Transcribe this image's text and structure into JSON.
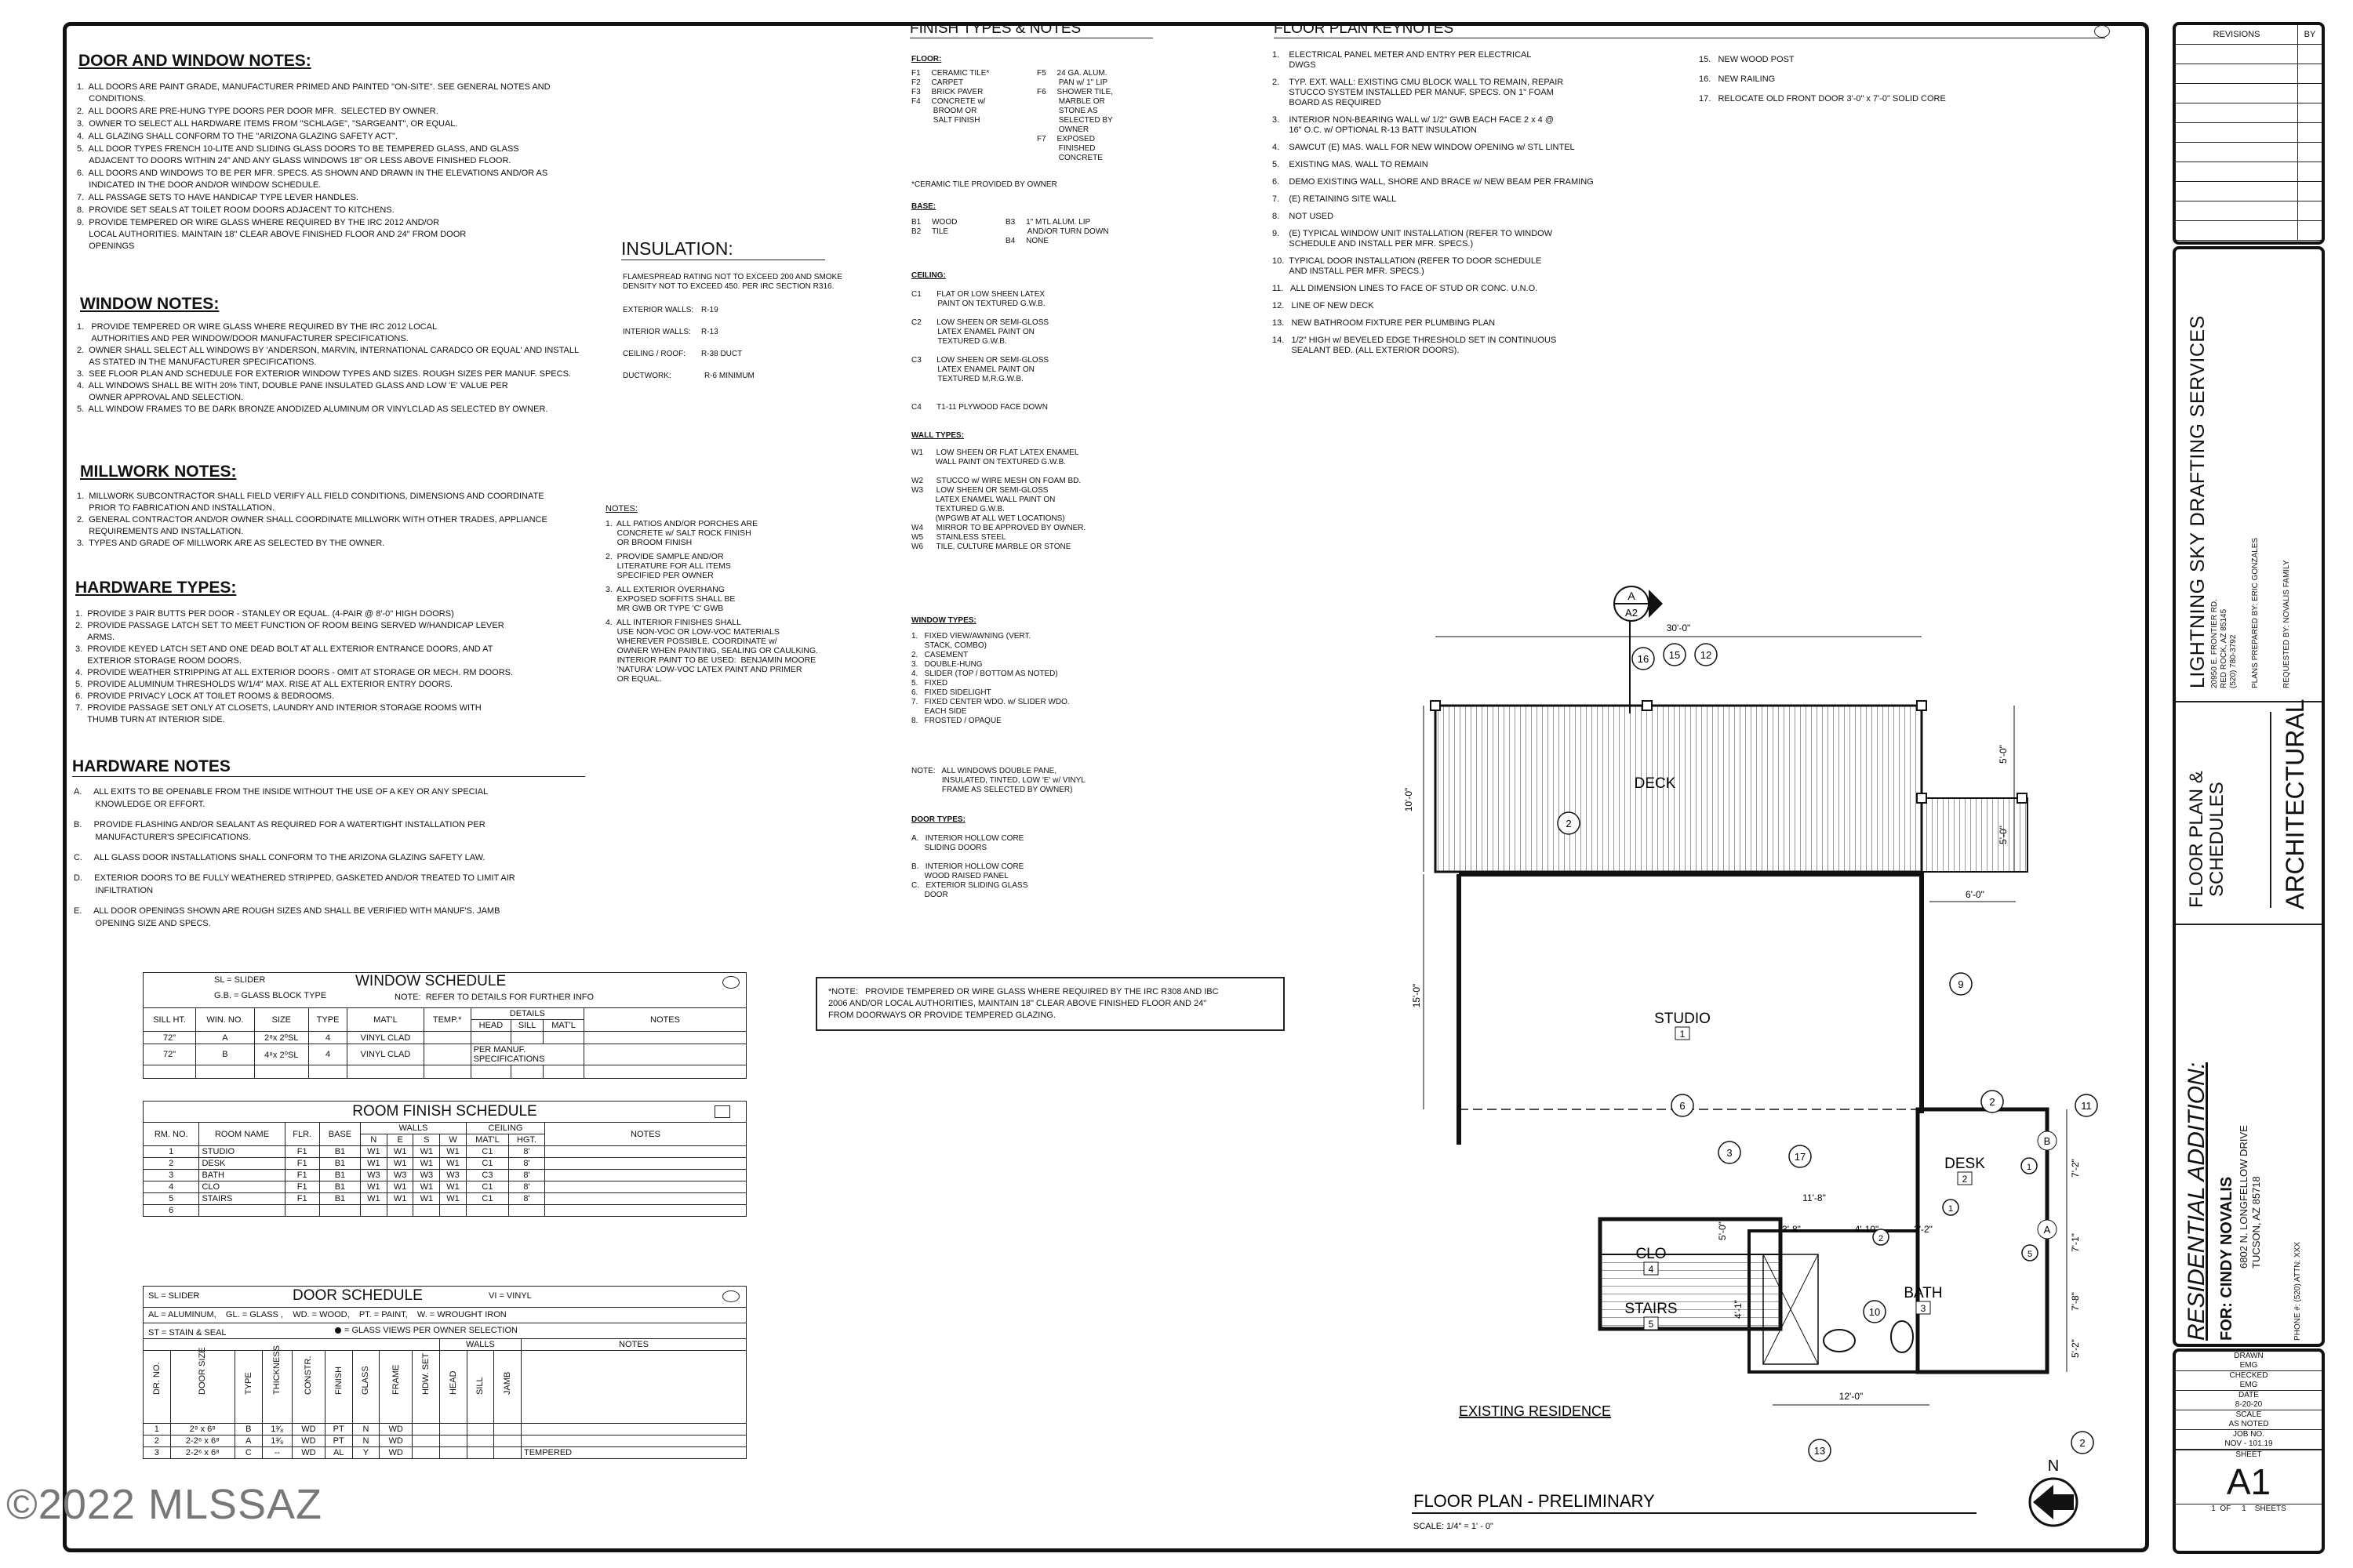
{
  "door_window_notes": {
    "title": "DOOR AND WINDOW NOTES:",
    "items": [
      "1.  ALL DOORS ARE PAINT GRADE, MANUFACTURER PRIMED AND PAINTED \"ON-SITE\". SEE GENERAL NOTES AND\n     CONDITIONS.",
      "2.  ALL DOORS ARE PRE-HUNG TYPE DOORS PER DOOR MFR.  SELECTED BY OWNER.",
      "3.  OWNER TO SELECT ALL HARDWARE ITEMS FROM \"SCHLAGE\", \"SARGEANT\", OR EQUAL.",
      "4.  ALL GLAZING SHALL CONFORM TO THE \"ARIZONA GLAZING SAFETY ACT\".",
      "5.  ALL DOOR TYPES FRENCH 10-LITE AND SLIDING GLASS DOORS TO BE TEMPERED GLASS, AND GLASS\n     ADJACENT TO DOORS WITHIN 24\" AND ANY GLASS WINDOWS 18\" OR LESS ABOVE FINISHED FLOOR.",
      "6.  ALL DOORS AND WINDOWS TO BE PER MFR. SPECS. AS SHOWN AND DRAWN IN THE ELEVATIONS AND/OR AS\n     INDICATED IN THE DOOR AND/OR WINDOW SCHEDULE.",
      "7.  ALL PASSAGE SETS TO HAVE HANDICAP TYPE LEVER HANDLES.",
      "8.  PROVIDE SET SEALS AT TOILET ROOM DOORS ADJACENT TO KITCHENS.",
      "9.  PROVIDE TEMPERED OR WIRE GLASS WHERE REQUIRED BY THE IRC 2012 AND/OR\n     LOCAL AUTHORITIES. MAINTAIN 18\" CLEAR ABOVE FINISHED FLOOR AND 24\" FROM DOOR\n     OPENINGS"
    ]
  },
  "window_notes": {
    "title": "WINDOW NOTES:",
    "items": [
      "1.   PROVIDE TEMPERED OR WIRE GLASS WHERE REQUIRED BY THE IRC 2012 LOCAL\n      AUTHORITIES AND PER WINDOW/DOOR MANUFACTURER SPECIFICATIONS.",
      "2.  OWNER SHALL SELECT ALL WINDOWS BY 'ANDERSON, MARVIN, INTERNATIONAL CARADCO OR EQUAL' AND INSTALL\n     AS STATED IN THE MANUFACTURER SPECIFICATIONS.",
      "3.  SEE FLOOR PLAN AND SCHEDULE FOR EXTERIOR WINDOW TYPES AND SIZES. ROUGH SIZES PER MANUF. SPECS.",
      "4.  ALL WINDOWS SHALL BE WITH 20% TINT, DOUBLE PANE INSULATED GLASS AND LOW 'E' VALUE PER\n     OWNER APPROVAL AND SELECTION.",
      "5.  ALL WINDOW FRAMES TO BE DARK BRONZE ANODIZED ALUMINUM OR VINYLCLAD AS SELECTED BY OWNER."
    ]
  },
  "millwork_notes": {
    "title": "MILLWORK NOTES:",
    "items": [
      "1.  MILLWORK SUBCONTRACTOR SHALL FIELD VERIFY ALL FIELD CONDITIONS, DIMENSIONS AND COORDINATE\n     PRIOR TO FABRICATION AND INSTALLATION.",
      "2.  GENERAL CONTRACTOR AND/OR OWNER SHALL COORDINATE MILLWORK WITH OTHER TRADES, APPLIANCE\n     REQUIREMENTS AND INSTALLATION.",
      "3.  TYPES AND GRADE OF MILLWORK ARE AS SELECTED BY THE OWNER."
    ]
  },
  "hardware_types": {
    "title": "HARDWARE TYPES:",
    "items": [
      "1.  PROVIDE 3 PAIR BUTTS PER DOOR - STANLEY OR EQUAL. (4-PAIR @ 8'-0\" HIGH DOORS)",
      "2.  PROVIDE PASSAGE LATCH SET TO MEET FUNCTION OF ROOM BEING SERVED W/HANDICAP LEVER\n     ARMS.",
      "3.  PROVIDE KEYED LATCH SET AND ONE DEAD BOLT AT ALL EXTERIOR ENTRANCE DOORS, AND AT\n     EXTERIOR STORAGE ROOM DOORS.",
      "4.  PROVIDE WEATHER STRIPPING AT ALL EXTERIOR DOORS - OMIT AT STORAGE OR MECH. RM DOORS.",
      "5.  PROVIDE ALUMINUM THRESHOLDS W/1/4\" MAX. RISE AT ALL EXTERIOR ENTRY DOORS.",
      "6.  PROVIDE PRIVACY LOCK AT TOILET ROOMS & BEDROOMS.",
      "7.  PROVIDE PASSAGE SET ONLY AT CLOSETS, LAUNDRY AND INTERIOR STORAGE ROOMS WITH\n     THUMB TURN AT INTERIOR SIDE."
    ]
  },
  "hardware_notes": {
    "title": "HARDWARE NOTES",
    "items": [
      "A.     ALL EXITS TO BE OPENABLE FROM THE INSIDE WITHOUT THE USE OF A KEY OR ANY SPECIAL\n         KNOWLEDGE OR EFFORT.",
      "B.     PROVIDE FLASHING AND/OR SEALANT AS REQUIRED FOR A WATERTIGHT INSTALLATION PER\n         MANUFACTURER'S SPECIFICATIONS.",
      "C.     ALL GLASS DOOR INSTALLATIONS SHALL CONFORM TO THE ARIZONA GLAZING SAFETY LAW.",
      "D.     EXTERIOR DOORS TO BE FULLY WEATHERED STRIPPED, GASKETED AND/OR TREATED TO LIMIT AIR\n         INFILTRATION",
      "E.     ALL DOOR OPENINGS SHOWN ARE ROUGH SIZES AND SHALL BE VERIFIED WITH MANUF'S. JAMB\n         OPENING SIZE AND SPECS."
    ]
  },
  "insulation": {
    "title": "INSULATION:",
    "flame": "FLAMESPREAD RATING NOT TO EXCEED 200 AND SMOKE\nDENSITY NOT TO EXCEED 450. PER IRC SECTION R316.",
    "rows": [
      {
        "label": "EXTERIOR WALLS:",
        "value": "R-19"
      },
      {
        "label": "INTERIOR WALLS:",
        "value": "R-13"
      },
      {
        "label": "CEILING / ROOF:",
        "value": "R-38 DUCT"
      },
      {
        "label": "DUCTWORK:",
        "value": "R-6 MINIMUM"
      }
    ]
  },
  "general_notes": {
    "title": "NOTES:",
    "items": [
      "1.  ALL PATIOS AND/OR PORCHES ARE\n     CONCRETE w/ SALT ROCK FINISH\n     OR BROOM FINISH",
      "2.  PROVIDE SAMPLE AND/OR\n     LITERATURE FOR ALL ITEMS\n     SPECIFIED PER OWNER",
      "3.  ALL EXTERIOR OVERHANG\n     EXPOSED SOFFITS SHALL BE\n     MR GWB OR TYPE 'C' GWB",
      "4.  ALL INTERIOR FINISHES SHALL\n     USE NON-VOC OR LOW-VOC MATERIALS\n     WHEREVER POSSIBLE. COORDINATE w/\n     OWNER WHEN PAINTING, SEALING OR CAULKING.\n     INTERIOR PAINT TO BE USED:  BENJAMIN MOORE\n     'NATURA' LOW-VOC LATEX PAINT AND PRIMER\n     OR EQUAL."
    ]
  },
  "finish_types": {
    "title": "FINISH TYPES & NOTES",
    "floor_title": "FLOOR:",
    "floor_left": "F1     CERAMIC TILE*\nF2     CARPET\nF3     BRICK PAVER\nF4     CONCRETE w/\n          BROOM OR\n          SALT FINISH",
    "floor_right": "F5     24 GA. ALUM.\n          PAN w/ 1\" LIP\nF6     SHOWER TILE,\n          MARBLE OR\n          STONE AS\n          SELECTED BY\n          OWNER\nF7     EXPOSED\n          FINISHED\n          CONCRETE",
    "floor_note": "*CERAMIC TILE PROVIDED BY OWNER",
    "base_title": "BASE:",
    "base_left": "B1     WOOD\nB2     TILE",
    "base_right": "B3     1\" MTL ALUM. LIP\n          AND/OR TURN DOWN\nB4     NONE",
    "ceiling_title": "CEILING:",
    "ceiling": "C1       FLAT OR LOW SHEEN LATEX\n            PAINT ON TEXTURED G.W.B.\n\nC2       LOW SHEEN OR SEMI-GLOSS\n            LATEX ENAMEL PAINT ON\n            TEXTURED G.W.B.\n\nC3       LOW SHEEN OR SEMI-GLOSS\n            LATEX ENAMEL PAINT ON\n            TEXTURED M.R.G.W.B.\n\n\nC4       T1-11 PLYWOOD FACE DOWN",
    "wall_title": "WALL TYPES:",
    "walls": "W1      LOW SHEEN OR FLAT LATEX ENAMEL\n           WALL PAINT ON TEXTURED G.W.B.\n\nW2      STUCCO w/ WIRE MESH ON FOAM BD.\nW3      LOW SHEEN OR SEMI-GLOSS\n           LATEX ENAMEL WALL PAINT ON\n           TEXTURED G.W.B.\n           (WPGWB AT ALL WET LOCATIONS)\nW4      MIRROR TO BE APPROVED BY OWNER.\nW5      STAINLESS STEEL\nW6      TILE, CULTURE MARBLE OR STONE",
    "window_title": "WINDOW TYPES:",
    "windows": "1.   FIXED VIEW/AWNING (VERT.\n      STACK, COMBO)\n2.   CASEMENT\n3.   DOUBLE-HUNG\n4.   SLIDER (TOP / BOTTOM AS NOTED)\n5.   FIXED\n6.   FIXED SIDELIGHT\n7.   FIXED CENTER WDO. w/ SLIDER WDO.\n      EACH SIDE\n8.   FROSTED / OPAQUE",
    "window_note": "NOTE:   ALL WINDOWS DOUBLE PANE,\n              INSULATED, TINTED, LOW 'E' w/ VINYL\n              FRAME AS SELECTED BY OWNER)",
    "door_title": "DOOR TYPES:",
    "doors": "A.   INTERIOR HOLLOW CORE\n      SLIDING DOORS\n\nB.   INTERIOR HOLLOW CORE\n      WOOD RAISED PANEL\nC.   EXTERIOR SLIDING GLASS\n      DOOR"
  },
  "keynotes": {
    "title": "FLOOR PLAN KEYNOTES",
    "left": [
      "1.    ELECTRICAL PANEL METER AND ENTRY PER ELECTRICAL\n       DWGS",
      "2.    TYP. EXT. WALL: EXISTING CMU BLOCK WALL TO REMAIN, REPAIR\n       STUCCO SYSTEM INSTALLED PER MANUF. SPECS. ON 1\" FOAM\n       BOARD AS REQUIRED",
      "3.    INTERIOR NON-BEARING WALL w/ 1/2\" GWB EACH FACE 2 x 4 @\n       16\" O.C. w/ OPTIONAL R-13 BATT INSULATION",
      "4.    SAWCUT (E) MAS. WALL FOR NEW WINDOW OPENING w/ STL LINTEL",
      "5.    EXISTING MAS. WALL TO REMAIN",
      "6.    DEMO EXISTING WALL, SHORE AND BRACE w/ NEW BEAM PER FRAMING",
      "7.    (E) RETAINING SITE WALL",
      "8.    NOT USED",
      "9.    (E) TYPICAL WINDOW UNIT INSTALLATION (REFER TO WINDOW\n       SCHEDULE AND INSTALL PER MFR. SPECS.)",
      "10.  TYPICAL DOOR INSTALLATION (REFER TO DOOR SCHEDULE\n       AND INSTALL PER MFR. SPECS.)",
      "11.   ALL DIMENSION LINES TO FACE OF STUD OR CONC. U.N.O.",
      "12.   LINE OF NEW DECK",
      "13.   NEW BATHROOM FIXTURE PER PLUMBING PLAN",
      "14.   1/2\" HIGH w/ BEVELED EDGE THRESHOLD SET IN CONTINUOUS\n        SEALANT BED. (ALL EXTERIOR DOORS)."
    ],
    "right": [
      "15.   NEW WOOD POST",
      "16.   NEW RAILING",
      "17.   RELOCATE OLD FRONT DOOR 3'-0\" x 7'-0\" SOLID CORE"
    ]
  },
  "window_schedule": {
    "legend1": "SL = SLIDER",
    "legend2": "G.B. = GLASS BLOCK TYPE",
    "title": "WINDOW SCHEDULE",
    "refnote": "NOTE:  REFER TO DETAILS FOR FURTHER INFO",
    "headers": [
      "SILL HT.",
      "WIN. NO.",
      "SIZE",
      "TYPE",
      "MAT'L",
      "TEMP.*",
      "DETAILS",
      "NOTES"
    ],
    "details": [
      "HEAD",
      "SILL",
      "MAT'L"
    ],
    "rows": [
      {
        "sill": "72\"",
        "no": "A",
        "size": "2⁸x 2⁰SL",
        "type": "4",
        "mat": "VINYL CLAD"
      },
      {
        "sill": "72\"",
        "no": "B",
        "size": "4⁸x 2⁰SL",
        "type": "4",
        "mat": "VINYL CLAD"
      }
    ],
    "per_manuf": "PER MANUF.\nSPECIFICATIONS"
  },
  "room_finish_schedule": {
    "title": "ROOM FINISH SCHEDULE",
    "headers": [
      "RM. NO.",
      "ROOM NAME",
      "FLR.",
      "BASE",
      "WALLS",
      "CEILING",
      "NOTES"
    ],
    "wall_sub": [
      "N",
      "E",
      "S",
      "W"
    ],
    "ceil_sub": [
      "MAT'L",
      "HGT."
    ],
    "rows": [
      [
        "1",
        "STUDIO",
        "F1",
        "B1",
        "W1",
        "W1",
        "W1",
        "W1",
        "C1",
        "8'"
      ],
      [
        "2",
        "DESK",
        "F1",
        "B1",
        "W1",
        "W1",
        "W1",
        "W1",
        "C1",
        "8'"
      ],
      [
        "3",
        "BATH",
        "F1",
        "B1",
        "W3",
        "W3",
        "W3",
        "W3",
        "C3",
        "8'"
      ],
      [
        "4",
        "CLO",
        "F1",
        "B1",
        "W1",
        "W1",
        "W1",
        "W1",
        "C1",
        "8'"
      ],
      [
        "5",
        "STAIRS",
        "F1",
        "B1",
        "W1",
        "W1",
        "W1",
        "W1",
        "C1",
        "8'"
      ],
      [
        "6",
        "",
        "",
        "",
        "",
        "",
        "",
        "",
        "",
        ""
      ]
    ]
  },
  "door_schedule": {
    "legend_top_left": "SL = SLIDER",
    "title": "DOOR SCHEDULE",
    "legend_top_right": "VI = VINYL",
    "legend2": "AL = ALUMINUM,    GL. = GLASS ,    WD. = WOOD,    PT. = PAINT,    W. = WROUGHT IRON",
    "legend3": "ST = STAIN & SEAL",
    "legend3b": "= GLASS VIEWS PER OWNER SELECTION",
    "walls_label": "WALLS",
    "notes_label": "NOTES",
    "col_headers": [
      "DR. NO.",
      "DOOR SIZE",
      "TYPE",
      "THICKNESS",
      "CONSTR.",
      "FINISH",
      "GLASS",
      "FRAME",
      "HDW. SET",
      "HEAD",
      "SILL",
      "JAMB"
    ],
    "rows": [
      [
        "1",
        "2⁸ x 6⁸",
        "B",
        "1³⁄₈",
        "WD",
        "PT",
        "N",
        "WD",
        "",
        "",
        "",
        "",
        ""
      ],
      [
        "2",
        "2-2⁶ x 6⁸",
        "A",
        "1³⁄₈",
        "WD",
        "PT",
        "N",
        "WD",
        "",
        "",
        "",
        "",
        ""
      ],
      [
        "3",
        "2-2⁶ x 6⁸",
        "C",
        "--",
        "WD",
        "AL",
        "Y",
        "WD",
        "",
        "",
        "",
        "",
        "TEMPERED"
      ]
    ]
  },
  "tempered_note": "*NOTE:   PROVIDE TEMPERED OR WIRE GLASS WHERE REQUIRED BY THE IRC R308 AND IBC\n2006 AND/OR LOCAL AUTHORITIES, MAINTAIN 18\" CLEAR ABOVE FINISHED FLOOR AND 24\"\nFROM DOORWAYS OR PROVIDE TEMPERED GLAZING.",
  "plan": {
    "rooms": [
      {
        "name": "DECK",
        "num": ""
      },
      {
        "name": "STUDIO",
        "num": "1"
      },
      {
        "name": "DESK",
        "num": "2"
      },
      {
        "name": "BATH",
        "num": "3"
      },
      {
        "name": "CLO",
        "num": "4"
      },
      {
        "name": "STAIRS",
        "num": "5"
      }
    ],
    "existing": "EXISTING RESIDENCE",
    "dims": [
      "30'-0\"",
      "10'-0\"",
      "5'-0\"",
      "5'-0\"",
      "6'-0\"",
      "15'-0\"",
      "11'-8\"",
      "3'-8\"",
      "4'-10\"",
      "3'-2\"",
      "12'-0\"",
      "7'-2\"",
      "7'-1\"",
      "7'-8\"",
      "5'-2\"",
      "4'-1\"",
      "5'-0\""
    ],
    "keys": [
      "16",
      "15",
      "12",
      "2",
      "9",
      "6",
      "2",
      "11",
      "3",
      "17",
      "2",
      "10",
      "13",
      "2",
      "1",
      "1",
      "5"
    ],
    "grid": [
      "B",
      "A"
    ],
    "section_top": "A",
    "section_bot": "A2",
    "title": "FLOOR PLAN - PRELIMINARY",
    "scale": "SCALE: 1/4\" = 1' - 0\"",
    "north": "N"
  },
  "title_block": {
    "revisions": "REVISIONS",
    "by": "BY",
    "company": "LIGHTNING SKY DRAFTING SERVICES",
    "addr1": "20950 E. FRONTIER RD.",
    "addr2": "RED ROCK, AZ 85145",
    "phone": "(520) 780-3792",
    "prepared": "PLANS PREPARED BY: ERIC GONZALES",
    "requested": "REQUESTED BY: NOVALIS FAMILY",
    "sheet_title": "FLOOR PLAN &\nSCHEDULES",
    "discipline": "ARCHITECTURAL",
    "project": "RESIDENTIAL ADDITION:",
    "client": "FOR: CINDY NOVALIS",
    "client_addr1": "6802 N. LONGFELLOW DRIVE",
    "client_addr2": "TUCSON, AZ 85718",
    "client_phone": "PHONE #: (520)   ATTN: XXX",
    "drawn_label": "DRAWN",
    "drawn": "EMG",
    "checked_label": "CHECKED",
    "checked": "EMG",
    "date_label": "DATE",
    "date": "8-20-20",
    "scale_label": "SCALE",
    "scale": "AS NOTED",
    "job_label": "JOB NO.",
    "job": "NOV - 101.19",
    "sheet_label": "SHEET",
    "sheet": "A1",
    "of": "1  OF     1    SHEETS"
  },
  "watermark": "©2022 MLSSAZ"
}
